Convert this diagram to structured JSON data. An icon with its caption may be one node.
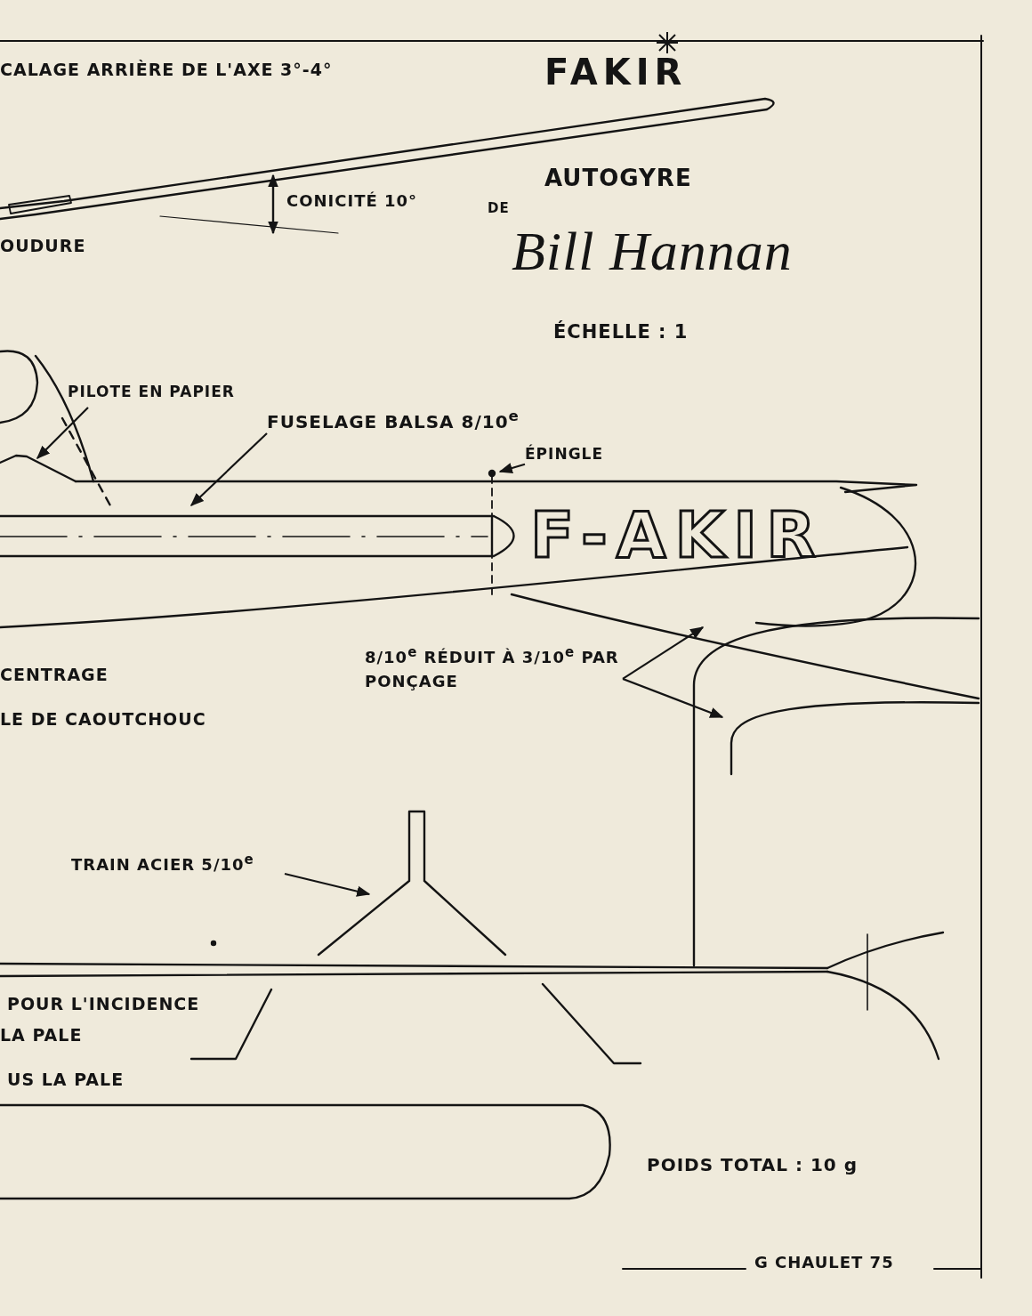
{
  "diagram": {
    "title": "FAKIR",
    "nodes": [
      {
        "text": [
          "PILOTE EN PAPIER"
        ]
      },
      {
        "text": [
          "FUSELAGE BALSA 8/10$^{e}$"
        ]
      },
      {
        "text": [
          "ÉPINGLE"
        ]
      },
      {
        "text": [
          "8/10$^{e}$ RÉDUIT À 3/10$^{e}$ PAR PONÇAGE"
        ]
      },
      {
        "text": [
          "TRAIN ACIER 5/10$^{e}$"
        ]
      }
    ],
    "edges": [
      {
        "from": 0,
        "to": null,
        "arrow": "to"
      },
      {
        "from": 1,
        "to": null,
        "arrow": "to"
      },
      {
        "from": 2,
        "to": null,
        "arrow": "to"
      },
      {
        "from": 3,
        "to": null,
        "arrow": "to"
      },
      {
        "from": 3,
        "to": null,
        "arrow": "to"
      },
      {
        "from": 4,
        "to": null,
        "arrow": "to"
      }
    ],
    "labels": [
      "CALAGE ARRIÈRE DE L'AXE 3°-4°",
      "CONICITÉ 10°",
      "AUTOGYRE",
      "DE",
      "Bill Hannan",
      "OUDURE",
      "ÉCHELLE : 1",
      "F-AKIR",
      "CENTRAGE",
      "LE DE CAOUTCHOUC",
      "POUR L'INCIDENCE",
      "LA PALE",
      "US LA PALE",
      "POIDS TOTAL : 10 g",
      "G CHAULET 75"
    ]
  }
}
